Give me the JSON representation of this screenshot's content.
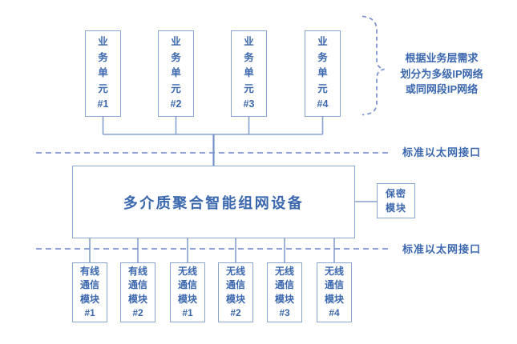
{
  "diagram": {
    "title": "multi-medium-aggregation-networking-architecture",
    "colors": {
      "box_border": "#8ba5d2",
      "text_blue": "#3a67ae",
      "dashed_line": "#7e93d3",
      "connector": "#87a0d0",
      "background": "#ffffff"
    },
    "top_units": [
      {
        "label": "业\n务\n单\n元\n#1"
      },
      {
        "label": "业\n务\n单\n元\n#2"
      },
      {
        "label": "业\n务\n单\n元\n#3"
      },
      {
        "label": "业\n务\n单\n元\n#4"
      }
    ],
    "annotation": {
      "text": "根据业务层需求\n划分为多级IP网络\n或同网段IP网络"
    },
    "ethernet_interface_top": {
      "label": "标准以太网接口"
    },
    "ethernet_interface_bottom": {
      "label": "标准以太网接口"
    },
    "device": {
      "label": "多介质聚合智能组网设备"
    },
    "security_module": {
      "label": "保密\n模块"
    },
    "bottom_modules": [
      {
        "label": "有线\n通信\n模块\n#1"
      },
      {
        "label": "有线\n通信\n模块\n#2"
      },
      {
        "label": "无线\n通信\n模块\n#1"
      },
      {
        "label": "无线\n通信\n模块\n#2"
      },
      {
        "label": "无线\n通信\n模块\n#3"
      },
      {
        "label": "无线\n通信\n模块\n#4"
      }
    ]
  }
}
